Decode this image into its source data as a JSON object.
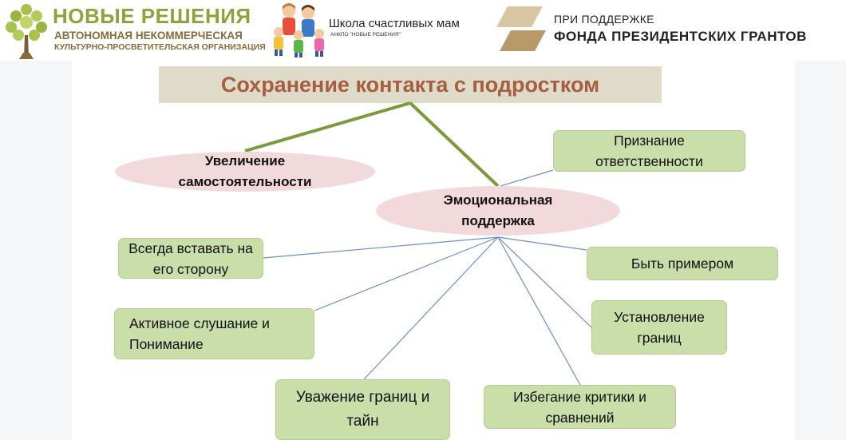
{
  "header": {
    "org": {
      "title": "НОВЫЕ РЕШЕНИЯ",
      "subtitle1": "АВТОНОМНАЯ НЕКОММЕРЧЕСКАЯ",
      "subtitle2": "КУЛЬТУРНО-ПРОСВЕТИТЕЛЬСКАЯ ОРГАНИЗАЦИЯ"
    },
    "school": {
      "title": "Школа счастливых мам",
      "subtitle": "АНКПО \"НОВЫЕ РЕШЕНИЯ\""
    },
    "fund": {
      "line1": "ПРИ ПОДДЕРЖКЕ",
      "line2": "ФОНДА ПРЕЗИДЕНТСКИХ ГРАНТОВ"
    }
  },
  "diagram": {
    "title": "Сохранение контакта с подростком",
    "branches": {
      "independence": "Увеличение самостоятельности",
      "emotional": "Эмоциональная поддержка"
    },
    "items": {
      "responsibility": "Признание ответственности",
      "side": "Всегда вставать на его сторону",
      "example": "Быть примером",
      "listening": "Активное слушание и Понимание",
      "boundaries": "Установление границ",
      "respect": "Уважение границ и тайн",
      "criticism": "Избегание критики и сравнений"
    }
  },
  "colors": {
    "title_text": "#a65e40",
    "banner": "#dfdbc9",
    "ellipse": "#f2d9dc",
    "box": "#c9dea9",
    "green_connector": "#7a9a3c",
    "blue_connector": "#6a8fc9"
  }
}
